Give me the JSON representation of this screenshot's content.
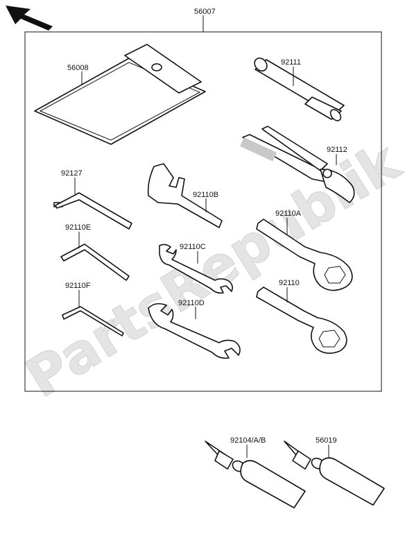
{
  "kit_label": "56007",
  "watermark": "PartsRepublik",
  "parts": {
    "bag": "56008",
    "tube_tool": "92111",
    "pliers": "92112",
    "hex_key_large": "92127",
    "spanner_hook": "92110B",
    "wrench_ring_a": "92110A",
    "hex_key_mid": "92110E",
    "wrench_open_c": "92110C",
    "wrench_ring": "92110",
    "hex_key_small": "92110F",
    "wrench_open_d": "92110D",
    "tube_left": "92104/A/B",
    "tube_right": "56019"
  }
}
